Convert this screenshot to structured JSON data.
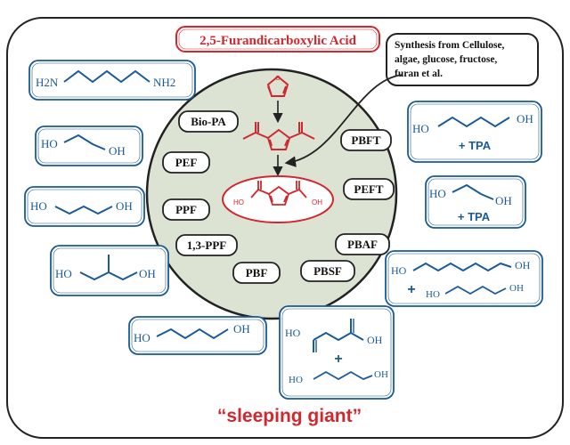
{
  "title": "2,5-Furandicarboxylic Acid",
  "synthesis_note": {
    "line1": "Synthesis  from Cellulose,",
    "line2": "algae, glucose, fructose,",
    "line3": "furan et al."
  },
  "caption": "“sleeping giant”",
  "polymers": [
    "Bio-PA",
    "PEF",
    "PPF",
    "1,3-PPF",
    "PBF",
    "PBSF",
    "PBAF",
    "PEFT",
    "PBFT"
  ],
  "center_molecule": {
    "oh_left": "HO",
    "oh_right": "OH"
  },
  "monomers": {
    "diamine": {
      "left": "H2N",
      "right": "NH2"
    },
    "ethylene_glycol": {
      "left": "HO",
      "right": "OH"
    },
    "propanediol": {
      "left": "HO",
      "right": "OH"
    },
    "methyl_propanediol": {
      "left": "HO",
      "right": "OH"
    },
    "pentanediol": {
      "left": "HO",
      "right": "OH"
    },
    "butanediol_tpa": {
      "left": "HO",
      "right": "OH",
      "plus": "+ TPA"
    },
    "ethylene_glycol_tpa": {
      "left": "HO",
      "right": "OH",
      "plus": "+ TPA"
    },
    "hexanediol_butanediol": {
      "left1": "HO",
      "right1": "OH",
      "plus": "+",
      "left2": "HO",
      "right2": "OH"
    },
    "succinic_butanediol": {
      "acid_left": "HO",
      "acid_right": "OH",
      "plus": "+",
      "left2": "HO",
      "right2": "OH"
    }
  },
  "colors": {
    "accent_red": "#d0282e",
    "monomer_blue": "#1a5a98",
    "circle_fill": "#dde3d2",
    "outline": "#222222"
  }
}
